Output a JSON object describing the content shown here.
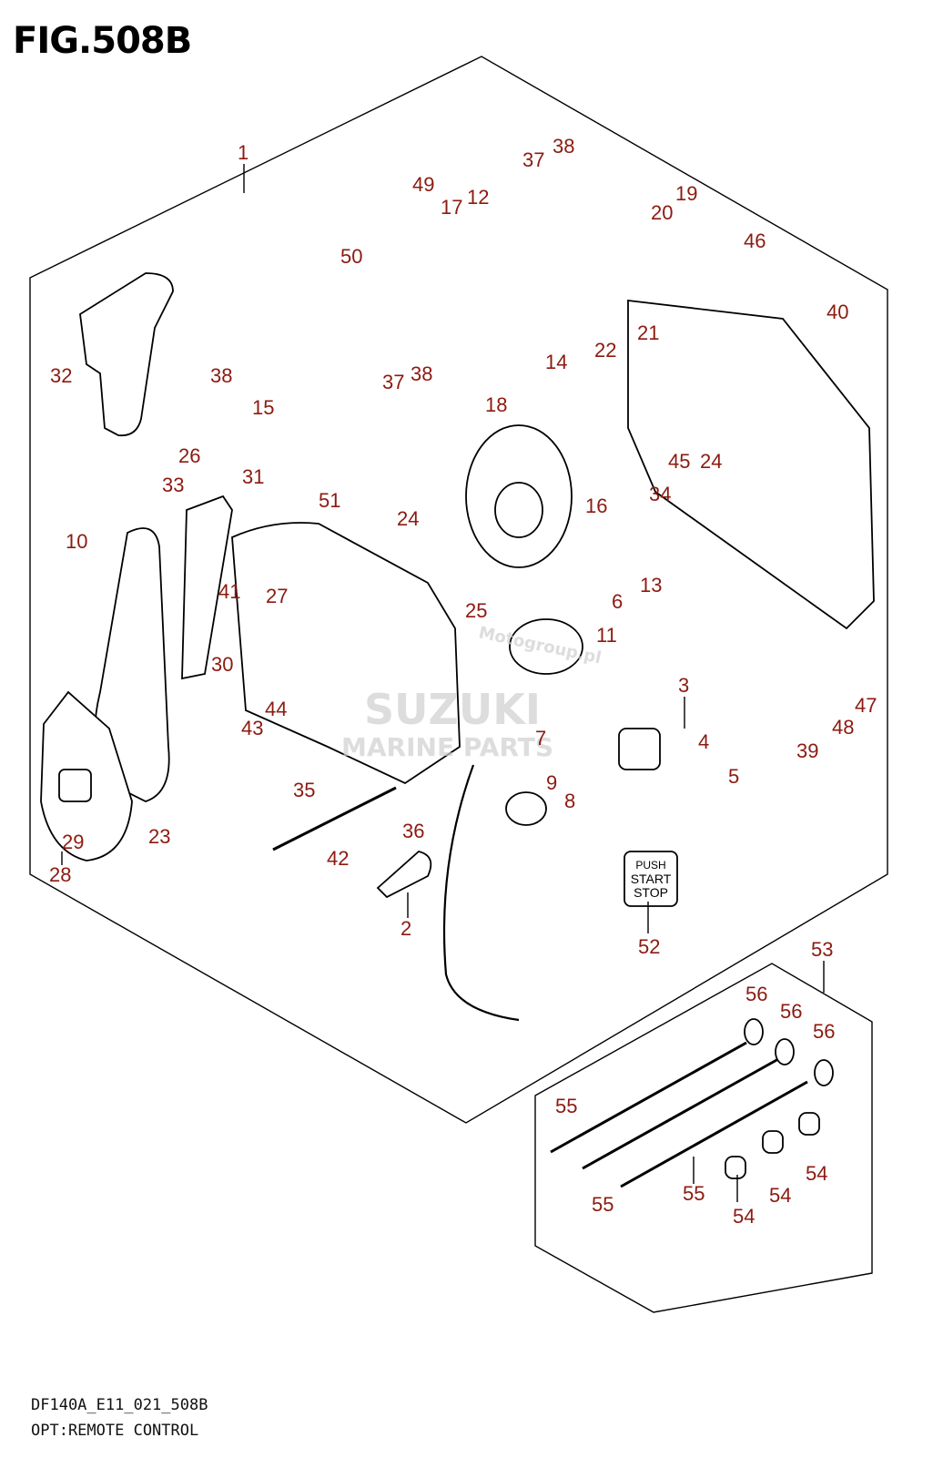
{
  "figure": {
    "title": "FIG.508B",
    "footer_code": "DF140A_E11_021_508B",
    "footer_caption": "OPT:REMOTE CONTROL"
  },
  "push_button": {
    "line1": "PUSH",
    "line2": "START",
    "line3": "STOP"
  },
  "watermark": {
    "brand": "SUZUKI",
    "sub": "MARINE PARTS",
    "site": "Motogroup.pl"
  },
  "callouts": [
    "1",
    "2",
    "3",
    "4",
    "5",
    "6",
    "7",
    "8",
    "9",
    "10",
    "11",
    "12",
    "13",
    "14",
    "15",
    "16",
    "17",
    "18",
    "19",
    "20",
    "21",
    "22",
    "23",
    "24",
    "24",
    "25",
    "26",
    "27",
    "28",
    "29",
    "30",
    "31",
    "32",
    "33",
    "34",
    "35",
    "36",
    "37",
    "37",
    "38",
    "38",
    "38",
    "39",
    "40",
    "41",
    "42",
    "43",
    "44",
    "45",
    "46",
    "47",
    "48",
    "49",
    "50",
    "51",
    "52",
    "53",
    "54",
    "54",
    "54",
    "55",
    "55",
    "55",
    "56",
    "56",
    "56"
  ]
}
